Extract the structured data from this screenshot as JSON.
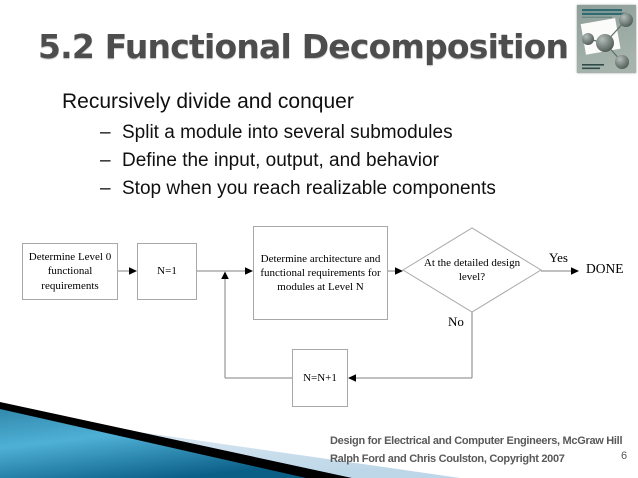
{
  "slide": {
    "title": "5.2 Functional Decomposition",
    "page_number": "6"
  },
  "bullets": {
    "level1": "Recursively divide and conquer",
    "dash": "–",
    "items": [
      "Split a module into several submodules",
      "Define the input, output, and behavior",
      "Stop when you reach realizable components"
    ]
  },
  "flowchart": {
    "type": "flowchart",
    "nodes": {
      "level0": "Determine Level 0 functional requirements",
      "n1": "N=1",
      "architecture": "Determine architecture and functional requirements for modules at Level N",
      "decision": "At the detailed design level?",
      "increment": "N=N+1",
      "done": "DONE"
    },
    "edge_labels": {
      "yes": "Yes",
      "no": "No"
    },
    "edges": [
      "level0 -> n1",
      "n1 -> architecture",
      "architecture -> decision",
      "decision -> done (Yes)",
      "decision -> increment (No)",
      "increment -> architecture (loop)"
    ]
  },
  "footer": {
    "line1": "Design for Electrical and Computer Engineers, McGraw Hill",
    "line2": "Ralph Ford and Chris Coulston, Copyright 2007"
  },
  "decorations": {
    "book_cover": "textbook-cover-thumbnail-with-molecule-spheres",
    "swoosh": "teal-wedge-with-black-stripe-and-pale-blue-wedge"
  },
  "colors": {
    "title_gray": "#4d4d4d",
    "body_text": "#101010",
    "box_border": "#a8a8a8",
    "flow_line": "#808080",
    "arrowhead": "#000000",
    "teal_dark": "#0a5f87",
    "teal_mid": "#4fb0d6",
    "teal_light_edge": "#2f86a9",
    "pale_blue_light": "#e7f0f7",
    "pale_blue_dark": "#bed7e8",
    "stripe_black": "#000000",
    "footer_gray": "#595959",
    "cover_bg": "#97a6a0"
  }
}
